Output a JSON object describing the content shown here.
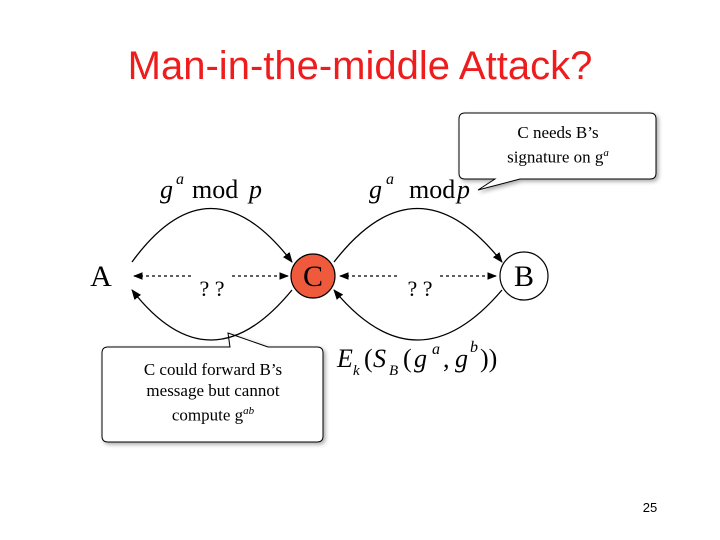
{
  "title": "Man-in-the-middle Attack?",
  "nodes": {
    "a": "A",
    "b": "B",
    "c": "C"
  },
  "unknown_left": "? ?",
  "unknown_right": "? ?",
  "message_left": {
    "base": "g",
    "exp": "a",
    "rest": "mod",
    "var": "p"
  },
  "message_right": {
    "base": "g",
    "exp": "a",
    "rest": "mod",
    "var": "p"
  },
  "reply": {
    "e": "E",
    "k": "k",
    "s": "S",
    "sb": "B",
    "g1": "g",
    "e1": "a",
    "g2": "g",
    "e2": "b"
  },
  "callout_top": {
    "line1": "C needs B’s",
    "line2": "signature on g",
    "exp": "a"
  },
  "callout_bottom": {
    "line1": "C could forward B’s",
    "line2": "message but cannot",
    "line3": "compute g",
    "exp": "ab"
  },
  "slide_number": "25",
  "colors": {
    "title": "#ee1c1c",
    "attacker_node": "#f05a3c"
  }
}
